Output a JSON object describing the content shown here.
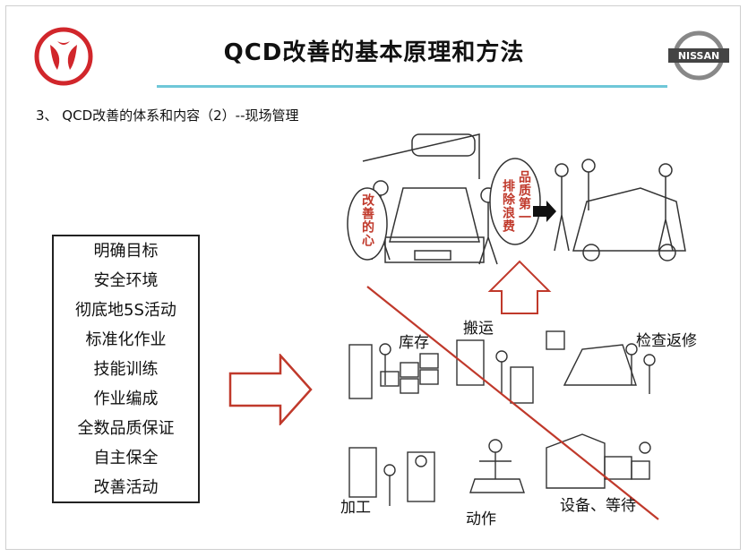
{
  "header": {
    "title": "QCD改善的基本原理和方法",
    "right_logo_text": "NISSAN"
  },
  "subtitle": "3、  QCD改善的体系和内容（2）--现场管理",
  "list": [
    "明确目标",
    "安全环境",
    "彻底地5S活动",
    "标准化作业",
    "技能训练",
    "作业编成",
    "全数品质保证",
    "自主保全",
    "改善活动"
  ],
  "illustration": {
    "top_bubble_left": "改善的心",
    "top_bubble_right_1": "品质第一",
    "top_bubble_right_2": "排除浪费",
    "labels": {
      "inventory": "库存",
      "transport": "搬运",
      "inspection": "检查返修",
      "processing": "加工",
      "motion": "动作",
      "equipment_wait": "设备、等待"
    }
  },
  "colors": {
    "accent_line": "#6fc7d8",
    "slash": "#c0392b",
    "logo_red": "#d1262b"
  }
}
